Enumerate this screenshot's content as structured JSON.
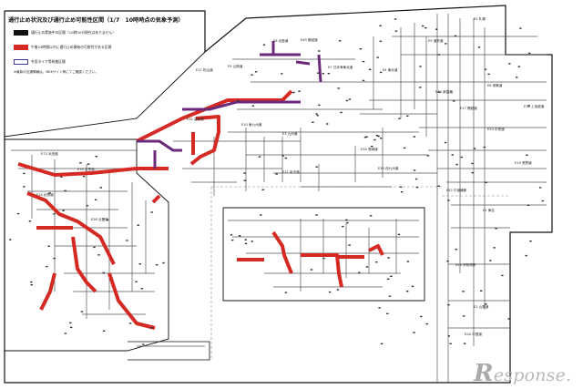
{
  "title": "通行止め状況及び通行止め可能性区間（1/7　10時時点の気象予測）",
  "legend": [
    {
      "label": "通行止め実施中の区間（10時00分現在はありません）",
      "color": "#111111",
      "style": "solid"
    },
    {
      "label": "午後24時間以内に通行止め開始の可能性がある区間",
      "color": "#d42a23",
      "style": "solid"
    },
    {
      "label": "冬用タイヤ等装着区間",
      "color": "#ffffff",
      "stroke": "#3a3aa0",
      "style": "outline"
    }
  ],
  "note": "※最新の交通情報は、NEXサイト等にてご確認ください。",
  "brand": {
    "initial": "R",
    "rest": "esponse."
  },
  "colors": {
    "closure": "#d42a23",
    "winter_tire": "#6b2a7a",
    "road": "#555555",
    "frame": "#111111"
  },
  "labels": [
    "E5 札幌",
    "E5 道央道",
    "E8 北陸道",
    "E49 磐越道",
    "E7 日本海東北道",
    "E4 東北道",
    "E6 常磐道",
    "E4A 新直轄",
    "E17 関越道",
    "E18 上信越道",
    "E20 中央道",
    "E19 長野道",
    "E1 東名",
    "E52 中部横断",
    "E23 伊勢湾岸",
    "E2 山陽道",
    "E2A 中国道",
    "E9 山陰道",
    "E11 松山道",
    "E32 高知道",
    "E10 東九州道",
    "E3 九州道",
    "E34 長崎道",
    "E35 西九州道",
    "E71 米子道",
    "E73 浜田道",
    "E74 広島道",
    "E24 紀勢道",
    "E26 近畿道"
  ]
}
